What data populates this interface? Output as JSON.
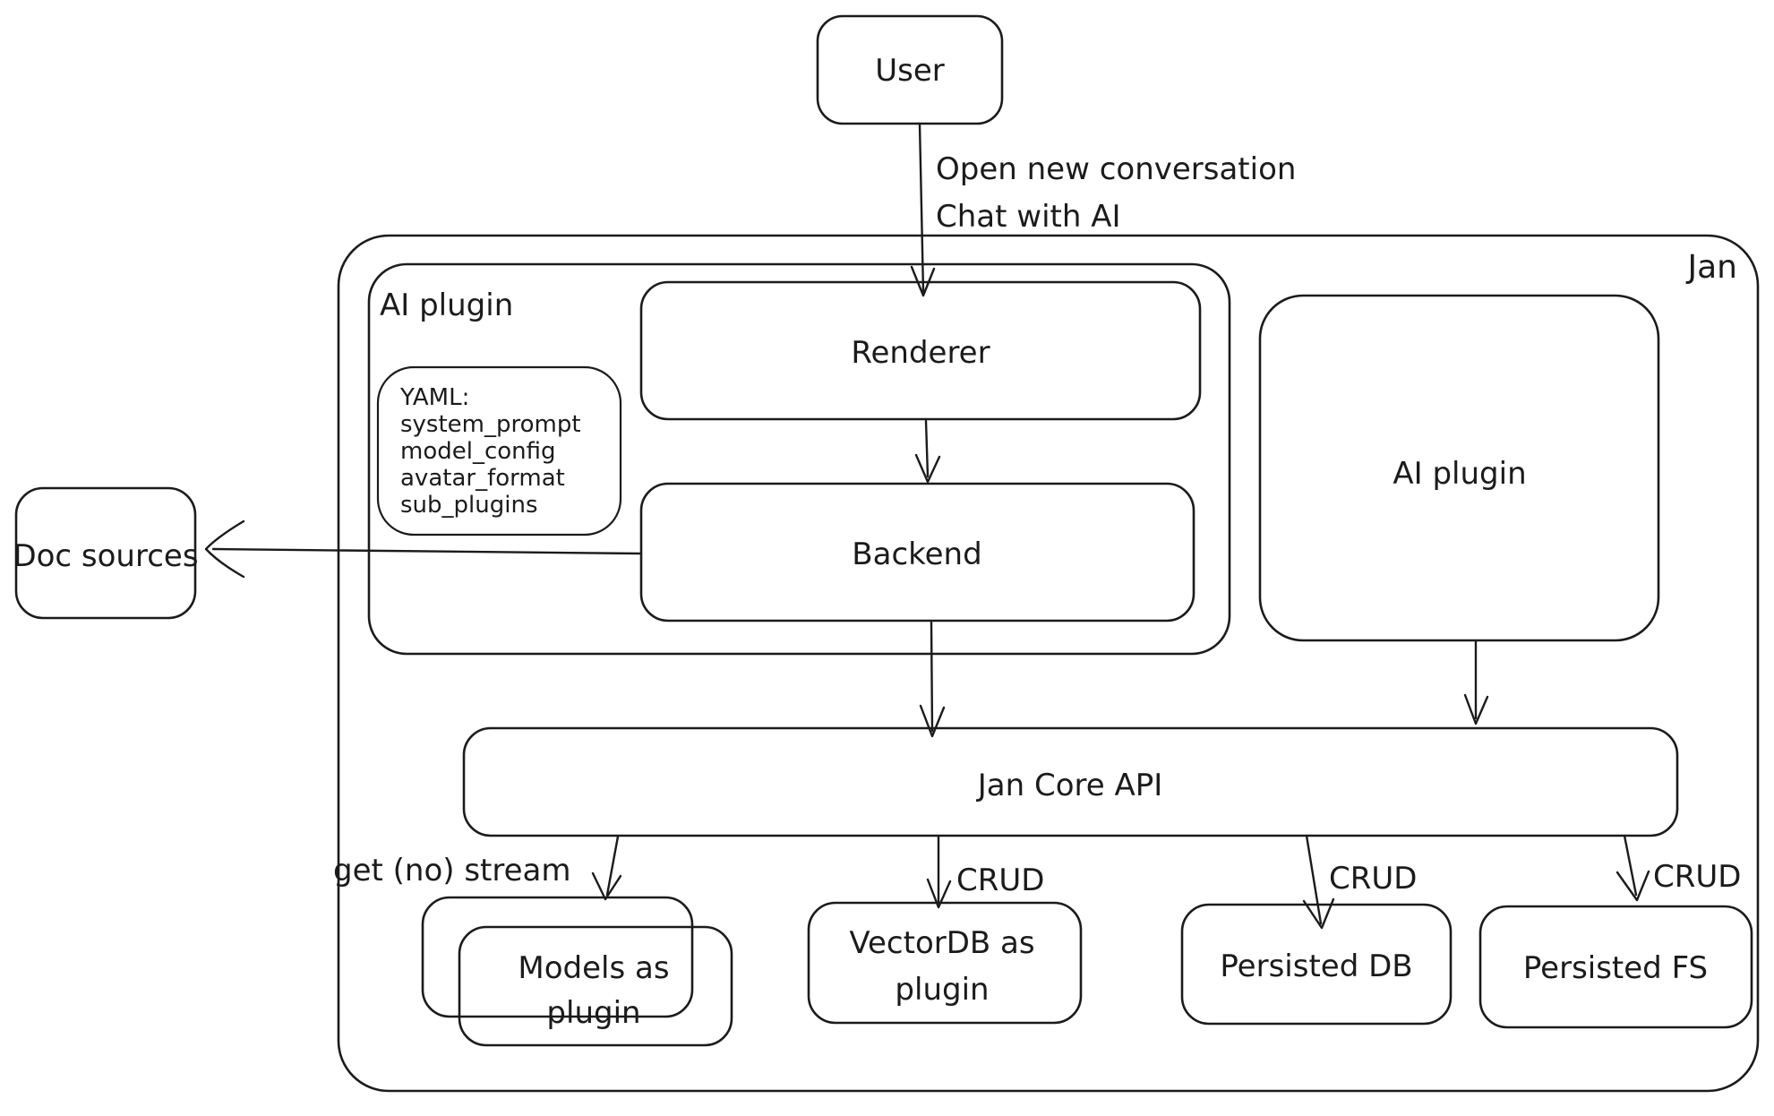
{
  "title": "Jan architecture diagram",
  "colors": {
    "ink": "#1b1b1b",
    "background": "#ffffff"
  },
  "nodes": {
    "user": {
      "label": "User"
    },
    "jan": {
      "label": "Jan"
    },
    "ai_plugin_left": {
      "label": "AI plugin"
    },
    "renderer": {
      "label": "Renderer"
    },
    "yaml_note": {
      "lines": [
        "YAML:",
        "system_prompt",
        "model_config",
        "avatar_format",
        "sub_plugins"
      ]
    },
    "backend": {
      "label": "Backend"
    },
    "doc_sources": {
      "label": "Doc sources"
    },
    "ai_plugin_right": {
      "label": "AI plugin"
    },
    "jan_core_api": {
      "label": "Jan Core API"
    },
    "models_as_plugin": {
      "lines": [
        "Models as",
        "plugin"
      ]
    },
    "vectordb_as_plugin": {
      "lines": [
        "VectorDB as",
        "plugin"
      ]
    },
    "persisted_db": {
      "label": "Persisted DB"
    },
    "persisted_fs": {
      "label": "Persisted FS"
    }
  },
  "edges": {
    "user_to_renderer": {
      "lines": [
        "Open new conversation",
        "Chat with AI"
      ]
    },
    "api_to_models": {
      "label": "get (no) stream"
    },
    "api_to_vectordb": {
      "label": "CRUD"
    },
    "api_to_persisted_db": {
      "label": "CRUD"
    },
    "api_to_persisted_fs": {
      "label": "CRUD"
    }
  }
}
